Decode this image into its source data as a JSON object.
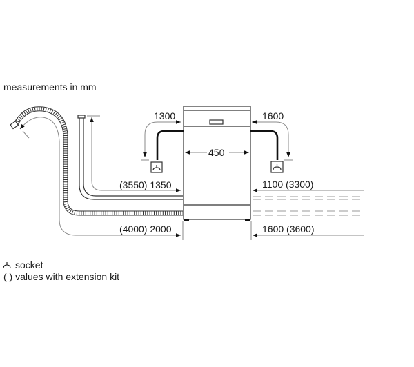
{
  "header": {
    "title": "measurements in mm"
  },
  "dimensions": {
    "cord_left": "1300",
    "cord_right": "1600",
    "width": "450",
    "inlet_left": "(3550) 1350",
    "inlet_right": "1100 (3300)",
    "drain_left": "(4000) 2000",
    "drain_right": "1600 (3600)"
  },
  "legend": {
    "socket": "socket",
    "extension": "( ) values with extension kit"
  },
  "colors": {
    "line": "#333333",
    "dimension": "#8a8a8a"
  }
}
